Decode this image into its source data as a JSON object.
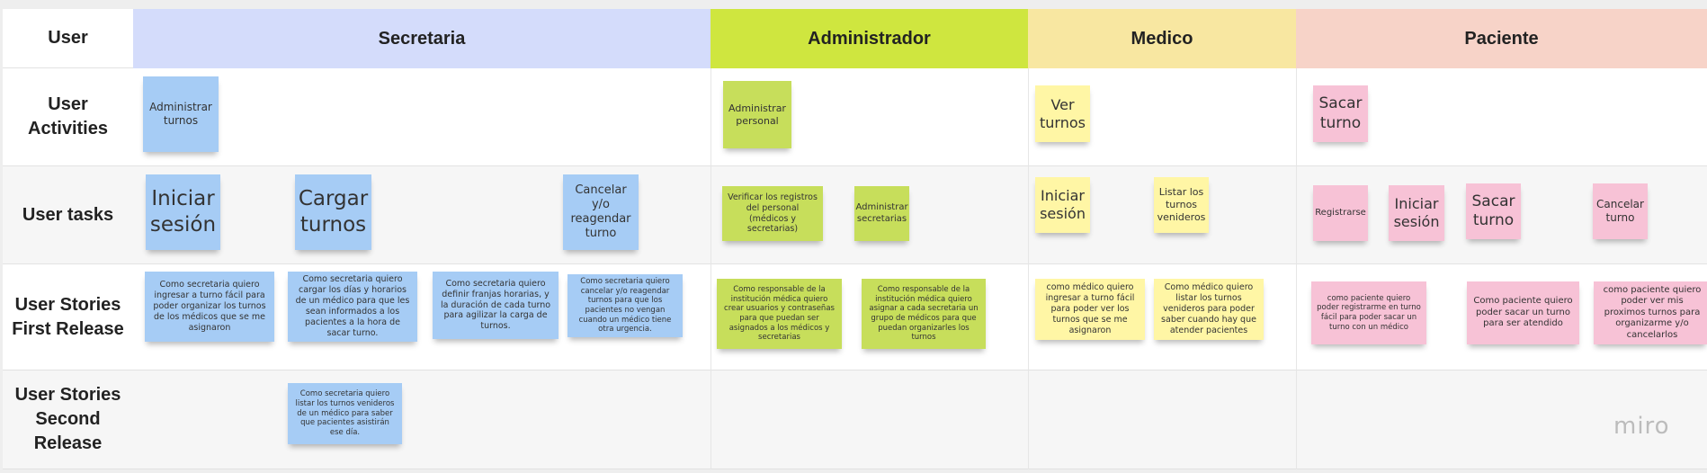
{
  "columns": {
    "user": "User",
    "secretaria": "Secretaria",
    "administrador": "Administrador",
    "medico": "Medico",
    "paciente": "Paciente"
  },
  "column_colors": {
    "secretaria": "#d4dcfb",
    "administrador": "#cfe63f",
    "medico": "#f8e7a1",
    "paciente": "#f7d3c8"
  },
  "rows": {
    "activities": "User Activities",
    "tasks": "User tasks",
    "first_release": "User Stories First Release",
    "second_release": "User Stories Second Release"
  },
  "activities": {
    "administrar_turnos": "Administrar turnos",
    "administrar_personal": "Administrar personal",
    "ver_turnos": "Ver turnos",
    "sacar_turno": "Sacar turno"
  },
  "tasks": {
    "iniciar_sesion_sec": "Iniciar sesión",
    "cargar_turnos": "Cargar turnos",
    "cancelar_reagendar": "Cancelar y/o reagendar turno",
    "verificar_registros": "Verificar los registros del personal (médicos y secretarias)",
    "administrar_secretarias": "Administrar secretarias",
    "iniciar_sesion_med": "Iniciar sesión",
    "listar_turnos": "Listar los turnos venideros",
    "registrarse": "Registrarse",
    "iniciar_sesion_pac": "Iniciar sesión",
    "sacar_turno_pac": "Sacar turno",
    "cancelar_turno": "Cancelar turno"
  },
  "first_release": {
    "sec_1": "Como secretaria quiero ingresar a turno fácil para poder organizar los turnos de los médicos que se me asignaron",
    "sec_2": "Como secretaria quiero cargar los días y horarios de un médico para que les sean informados a los pacientes a la hora de sacar turno.",
    "sec_3": "Como secretaria quiero definir franjas horarias, y la duración de cada turno para agilizar la carga de turnos.",
    "sec_4": "Como secretaria quiero cancelar y/o reagendar turnos para que los pacientes no vengan cuando un médico tiene otra urgencia.",
    "adm_1": "Como responsable de la institución médica quiero crear usuarios y contraseñas para que puedan ser asignados a los médicos y secretarias",
    "adm_2": "Como responsable de la institución médica quiero asignar a cada secretaria un grupo de médicos para que puedan organizarles los turnos",
    "med_1": "como médico quiero ingresar a turno fácil para poder ver los turnos que se me asignaron",
    "med_2": "Como médico quiero listar los turnos venideros para poder saber cuando hay que atender pacientes",
    "pac_1": "como paciente quiero poder registrarme en turno fácil para poder sacar un turno con un médico",
    "pac_2": "Como paciente quiero poder sacar un turno para ser atendido",
    "pac_3": "como paciente quiero poder ver mis proximos turnos para organizarme y/o cancelarlos"
  },
  "second_release": {
    "sec_1": "Como secretaria quiero listar los turnos venideros de un médico para saber que pacientes asistirán ese día."
  },
  "brand": "miro"
}
